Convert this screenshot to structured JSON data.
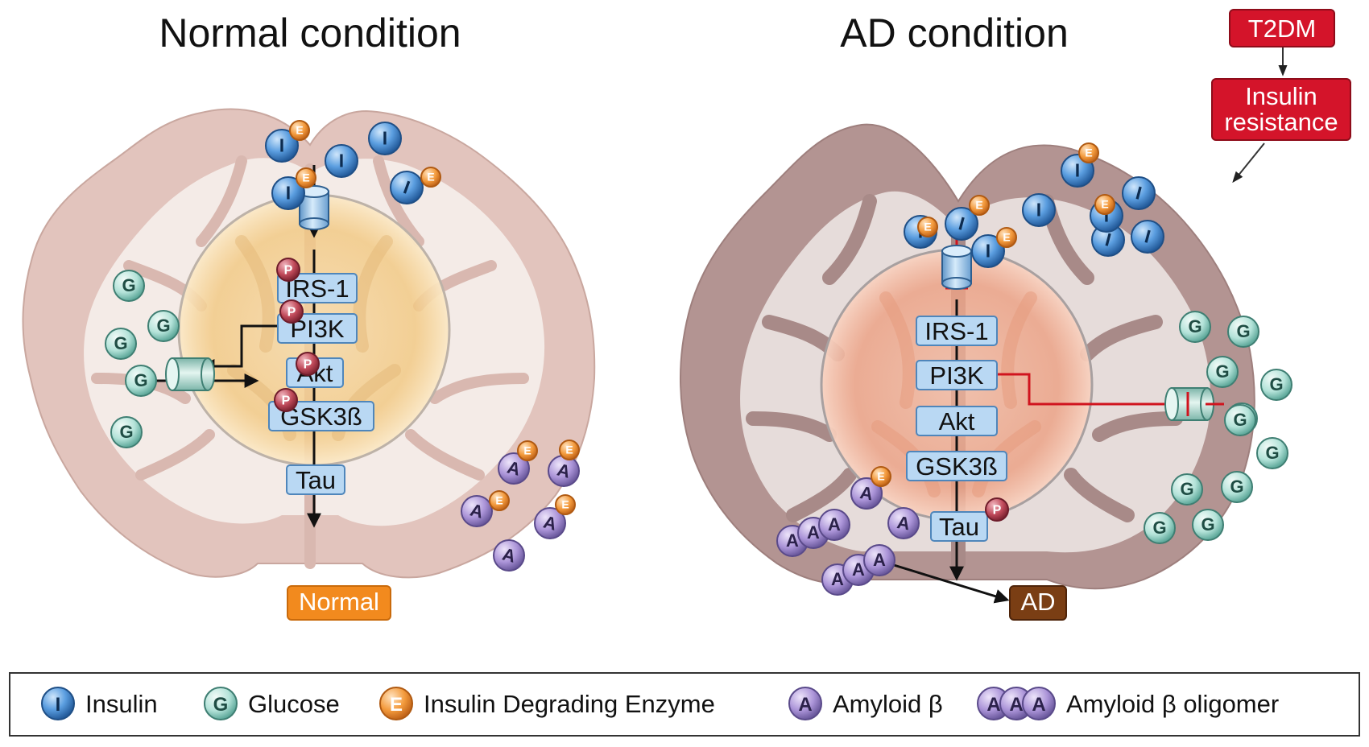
{
  "titles": {
    "normal": "Normal condition",
    "ad": "AD condition"
  },
  "t2dm": {
    "label": "T2DM",
    "result_line1": "Insulin",
    "result_line2": "resistance"
  },
  "pathway": [
    "IRS-1",
    "PI3K",
    "Akt",
    "GSK3ß",
    "Tau"
  ],
  "outcomes": {
    "normal": "Normal",
    "ad": "AD"
  },
  "molecule_letters": {
    "insulin": "I",
    "glucose": "G",
    "ide": "E",
    "amyloid": "A",
    "phospho": "P"
  },
  "legend": [
    {
      "key": "insulin",
      "letters": "I",
      "label": "Insulin"
    },
    {
      "key": "glucose",
      "letters": "G",
      "label": "Glucose"
    },
    {
      "key": "ide",
      "letters": "E",
      "label": "Insulin Degrading Enzyme"
    },
    {
      "key": "amyloid",
      "letters": "A",
      "label": "Amyloid β"
    },
    {
      "key": "oligomer",
      "letters": "A",
      "label": "Amyloid β oligomer"
    }
  ],
  "colors": {
    "insulin": "#4a8fd4",
    "glucose": "#a8ddd3",
    "ide": "#f39a3c",
    "amyloid": "#a28ad0",
    "phospho": "#c04a5a",
    "pathway_box": "#b9d8f3",
    "normal_outcome": "#f28a1e",
    "ad_outcome": "#7a3e14",
    "t2dm": "#d4142a",
    "inhibit": "#d0141e",
    "normal_brain_outer": "#e3c6bf",
    "normal_brain_inner": "#f4ebe7",
    "ad_brain_outer": "#b49593",
    "ad_brain_inner": "#e6dcda"
  }
}
